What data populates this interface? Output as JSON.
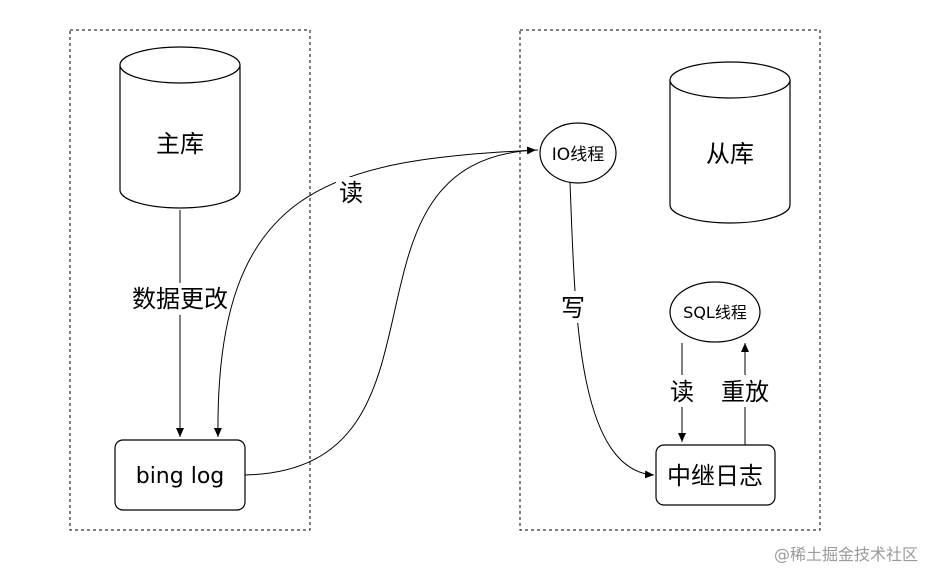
{
  "master": {
    "db_label": "主库",
    "edge_label": "数据更改",
    "binlog_label": "bing log"
  },
  "slave": {
    "db_label": "从库",
    "io_thread_label": "IO线程",
    "write_label": "写",
    "sql_thread_label": "SQL线程",
    "read_label": "读",
    "replay_label": "重放",
    "relay_log_label": "中继日志"
  },
  "cross": {
    "read_label": "读"
  },
  "watermark": "@稀土掘金技术社区"
}
